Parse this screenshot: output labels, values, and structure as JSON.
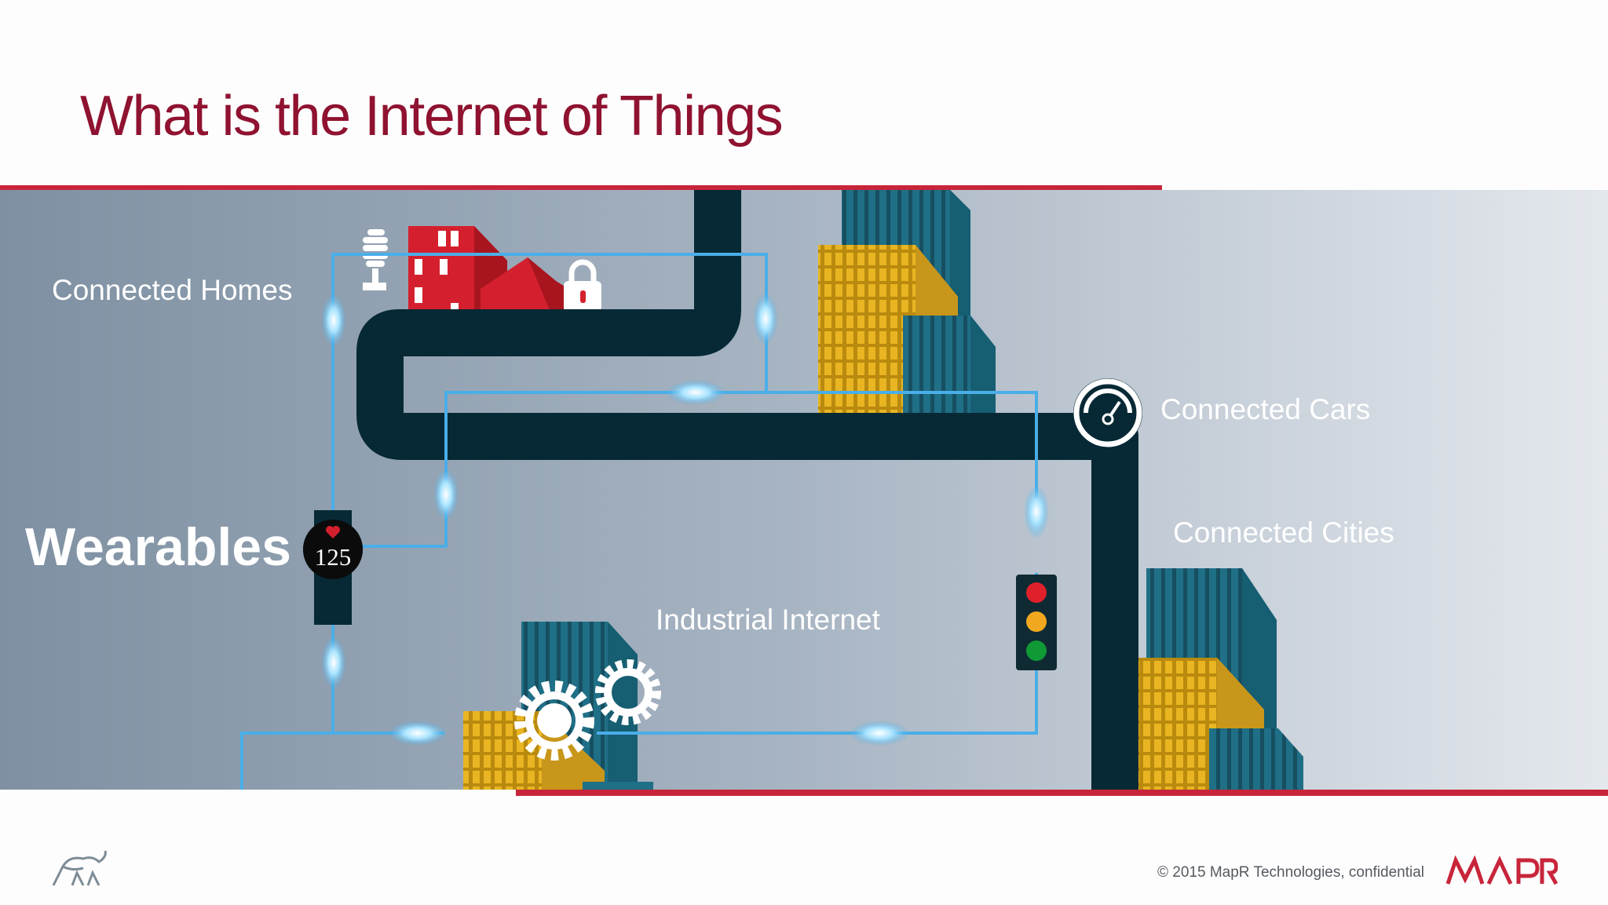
{
  "slide": {
    "title": "What is the Internet of Things",
    "copyright": "© 2015 MapR Technologies, confidential",
    "brand_logo": "MAPR"
  },
  "illustration": {
    "labels": {
      "connected_homes": "Connected Homes",
      "connected_cars": "Connected Cars",
      "connected_cities": "Connected Cities",
      "industrial_internet": "Industrial Internet",
      "wearables": "Wearables"
    },
    "watch_reading": "125",
    "icons": [
      "light-bulb-icon",
      "padlock-icon",
      "speedometer-icon",
      "traffic-light-icon",
      "gear-icon",
      "heart-icon",
      "elephant-mascot-icon"
    ]
  },
  "colors": {
    "title": "#8f1230",
    "accent_rule": "#c8253a",
    "road": "#062935",
    "circuit": "#4aaee8",
    "node_glow": "#a7e3ff",
    "building_yellow": "#e9b522",
    "building_teal": "#1f6f86",
    "building_red": "#d4202e"
  }
}
